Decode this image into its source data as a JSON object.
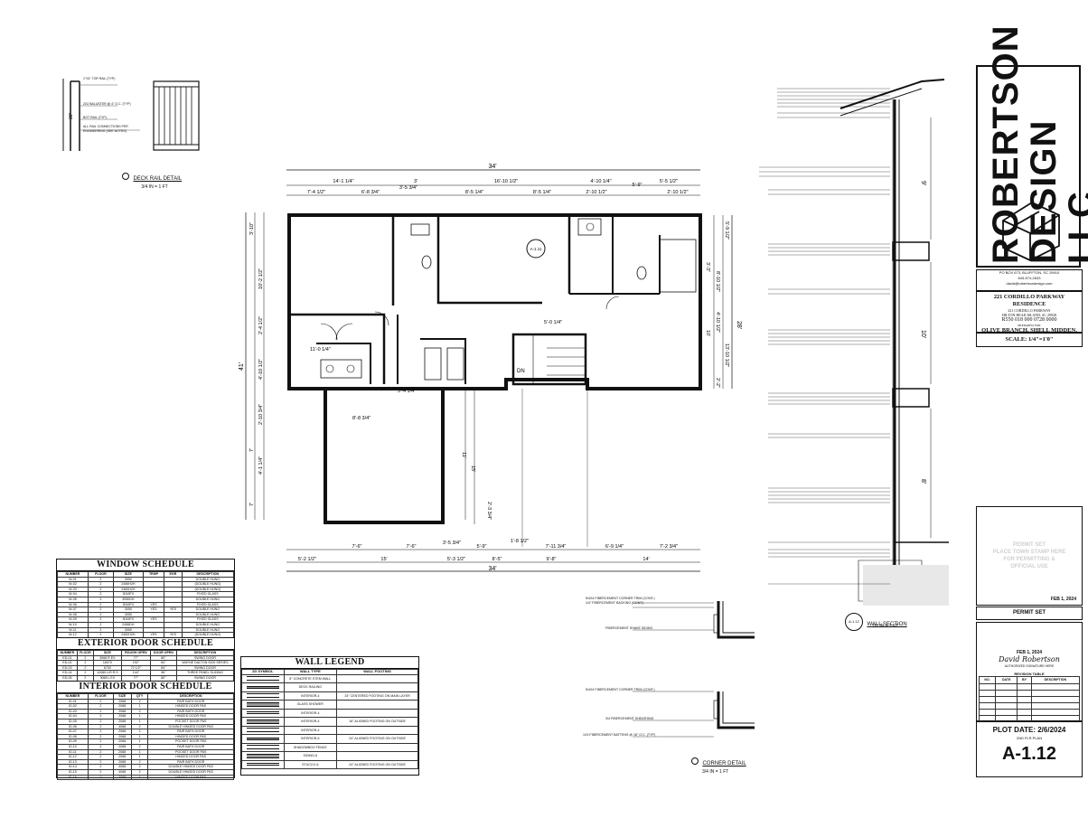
{
  "firm": {
    "name_line1": "ROBERTSON",
    "name_line2": "DESIGN LLC",
    "address": "PO BOX 673, BLUFFTON, SC 29910",
    "phone": "843-574-2633",
    "email": "david@robertsondesign.com"
  },
  "project": {
    "title": "221 CORDILLO PARKWAY RESIDENCE",
    "address1": "221 CORDILLO PARKWAY",
    "address2": "HILTON HEAD ISLAND, SC 29928",
    "parcel": "R550 018 000 0728 0000",
    "prepared_for": "PREPARED FOR",
    "client": "OLIVE BRANCH, SHELL MIDDEN, LLC",
    "scale": "SCALE: 1/4\"=1'0\""
  },
  "permit": {
    "watermark": [
      "PERMIT SET",
      "PLACE TOWN STAMP HERE",
      "FOR PERMITTING &",
      "OFFICIAL USE"
    ],
    "date": "FEB 1, 2024",
    "label": "PERMIT SET",
    "sign_date": "FEB 1, 2024",
    "signature": "David Robertson",
    "signature_caption": "AUTHORIZED SIGNATURE HERE",
    "revisions_title": "REVISION TABLE",
    "revision_headers": [
      "NO.",
      "DATE",
      "BY",
      "DESCRIPTION"
    ]
  },
  "sheet": {
    "plot_date": "PLOT DATE: 2/6/2024",
    "sheet_name": "2ND FLR PLAN",
    "number": "A-1.12"
  },
  "details": {
    "deck_rail_title": "DECK RAIL DETAIL",
    "deck_rail_scale": "3/4 IN = 1 FT",
    "wall_section_id": "A-1.12",
    "wall_section_title": "WALL SECTION",
    "wall_section_scale": "1/2 IN = 1 FT",
    "corner_title": "CORNER DETAIL",
    "corner_scale": "3/4 IN = 1 FT",
    "corner_notes": [
      "5/4X4 FIBERCEMENT CORNER TRIM (CONT.)",
      "1/4\" FIBERCEMENT BACKING (CONT.)",
      "FIBERCEMENT SHAKE SIDING",
      "5/4X4 FIBERCEMENT CORNER TRIM (CONT.)",
      "3/4 FIBERCEMENT SHEATHING",
      "1X3 FIBERCEMENT BATTENS @ 16\" O.C. (TYP)"
    ],
    "deck_rail_notes": [
      "1\"X4\" TOP RAIL (TYP)",
      "2X2 BALUSTER @ 4\" O.C. (TYP)",
      "BOT RAIL (TYP)",
      "ALL RAIL CONNECTIONS PER",
      "ENGINEERING (SEE NOTES)"
    ]
  },
  "plan": {
    "dim_overall_top": "34'",
    "dim_overall_bottom": "34'",
    "dim_left_overall": "41'",
    "dim_right_overall": "28'",
    "top_row1": [
      "14'-1 1/4\"",
      "3'",
      "16'-10 1/2\"",
      "4'-10 1/4\"",
      "5'-5 1/2\""
    ],
    "top_row2": [
      "7'-4 1/2\"",
      "6'-8 3/4\"",
      "3'-5 3/4\"",
      "8'-5 1/4\"",
      "8'-5 1/4\"",
      "2'-10 1/2\"",
      "5'-9\"",
      "2'-10 1/2\""
    ],
    "bottom_row1": [
      "7'-6\"",
      "7'-6\"",
      "3'-5 3/4\"",
      "5'-9\"",
      "1'-8 1/2\"",
      "7'-11 3/4\"",
      "6'-9 1/4\"",
      "7'-2 3/4\""
    ],
    "bottom_row2": [
      "5'-2 1/2\"",
      "15'",
      "5'-3 1/2\"",
      "8'-5\"",
      "9'-8\"",
      "14'"
    ],
    "left_dims": [
      "3'-10\"",
      "10'-2 1/2\"",
      "2'-4 1/2\"",
      "4'-10 1/2\"",
      "2'-10 3/4\"",
      "7'",
      "4'-1 1/4\"",
      "7'"
    ],
    "right_dims": [
      "5'-9 1/2\"",
      "8'-10 1/2\"",
      "3'-3\"",
      "4'-10 1/2\"",
      "10'",
      "13'-10 1/2\"",
      "2'-2\""
    ],
    "interior_dims": [
      "11'-0 1/4\"",
      "8'-8 3/4\"",
      "5'-4 1/4\"",
      "5'-0 1/4\"",
      "11'",
      "15'",
      "2'-3 3/4\""
    ],
    "stair_label": "DN",
    "section_mark": "A-1.11"
  },
  "window_schedule": {
    "title": "WINDOW SCHEDULE",
    "headers": [
      "NUMBER",
      "FLOOR",
      "SIZE",
      "TEMP",
      "EGR",
      "DESCRIPTION"
    ],
    "rows": [
      [
        "W-01",
        "2",
        "3050",
        "",
        "",
        "DOUBLE HUNG"
      ],
      [
        "W-02",
        "2",
        "2456H2H",
        "",
        "",
        "(DOUBLE HUNG)"
      ],
      [
        "W-03",
        "2",
        "2460H2H",
        "",
        "",
        "(DOUBLE HUNG)"
      ],
      [
        "W-04",
        "2",
        "3016FX",
        "",
        "",
        "FIXED GLASS"
      ],
      [
        "W-05",
        "2",
        "3050DH",
        "",
        "",
        "DOUBLE HUNG"
      ],
      [
        "W-06",
        "2",
        "3016FX",
        "YES",
        "",
        "FIXED GLASS"
      ],
      [
        "W-07",
        "2",
        "3050",
        "YES",
        "YES",
        "DOUBLE HUNG"
      ],
      [
        "W-08",
        "2",
        "3050",
        "",
        "",
        "DOUBLE HUNG"
      ],
      [
        "W-09",
        "2",
        "4016FX",
        "YES",
        "",
        "FIXED GLASS"
      ],
      [
        "W-10",
        "2",
        "2456DH",
        "",
        "",
        "DOUBLE HUNG"
      ],
      [
        "W-11",
        "2",
        "3050",
        "",
        "",
        "DOUBLE HUNG"
      ],
      [
        "W-12",
        "2",
        "2452H2H",
        "YES",
        "YES",
        "(DOUBLE HUNG)"
      ],
      [
        "W-13",
        "2",
        "2456H2H",
        "YES",
        "",
        "(DOUBLE HUNG)"
      ],
      [
        "W-14",
        "2",
        "2456H2H",
        "YES",
        "YES",
        "DOUBLE HUNG"
      ]
    ]
  },
  "exterior_door_schedule": {
    "title": "EXTERIOR DOOR SCHEDULE",
    "headers": [
      "NUMBER",
      "FLOOR",
      "SIZE",
      "ROUGH OPEN",
      "DOOR OPEN",
      "DESCRIPTION"
    ],
    "rows": [
      [
        "ED-01",
        "2",
        "3068 R EX",
        "77\"",
        "80\"",
        "SWING DOOR"
      ],
      [
        "ED-02",
        "2",
        "16070",
        "192\"",
        "84\"",
        "WAYNE DALTON 9200 SERIES"
      ],
      [
        "ED-03",
        "2",
        "6700",
        "72 1/2\"",
        "84\"",
        "SWING DOOR"
      ],
      [
        "ED-04",
        "2",
        "12080 L/R R.S",
        "144\"",
        "96\"",
        "THREE PANEL SLIDING"
      ],
      [
        "ED-05",
        "2",
        "3068 L EX",
        "77\"",
        "80\"",
        "SWING DOOR"
      ]
    ]
  },
  "interior_door_schedule": {
    "title": "INTERIOR DOOR SCHEDULE",
    "headers": [
      "NUMBER",
      "FLOOR",
      "SIZE",
      "QTY",
      "DESCRIPTION"
    ],
    "rows": [
      [
        "ID-01",
        "2",
        "2068",
        "2",
        "PAIR BATH DOOR"
      ],
      [
        "ID-02",
        "2",
        "2068",
        "1",
        "HINGED DOOR PAS"
      ],
      [
        "ID-03",
        "2",
        "2068",
        "2",
        "PAIR BATH DOOR"
      ],
      [
        "ID-04",
        "2",
        "2068",
        "1",
        "HINGED DOOR PAS"
      ],
      [
        "ID-05",
        "2",
        "2068",
        "1",
        "POCKET DOOR PAS"
      ],
      [
        "ID-06",
        "2",
        "4068",
        "2",
        "DOUBLE HINGED DOOR PAS"
      ],
      [
        "ID-07",
        "2",
        "2068",
        "2",
        "PAIR BATH DOOR"
      ],
      [
        "ID-08",
        "2",
        "2068",
        "1",
        "HINGED DOOR PAS"
      ],
      [
        "ID-09",
        "2",
        "2068",
        "1",
        "POCKET DOOR PAS"
      ],
      [
        "ID-10",
        "2",
        "2068",
        "2",
        "PAIR BATH DOOR"
      ],
      [
        "ID-11",
        "2",
        "2068",
        "1",
        "POCKET DOOR PAS"
      ],
      [
        "ID-12",
        "2",
        "2068",
        "1",
        "HINGED DOOR PAS"
      ],
      [
        "ID-13",
        "2",
        "2068",
        "2",
        "PAIR BATH DOOR"
      ],
      [
        "ID-14",
        "2",
        "4068",
        "2",
        "DOUBLE HINGED DOOR PAS"
      ],
      [
        "ID-15",
        "2",
        "4068",
        "2",
        "DOUBLE HINGED DOOR PAS"
      ],
      [
        "ID-16",
        "2",
        "2068",
        "1",
        "HINGED DOOR PAS"
      ]
    ]
  },
  "wall_legend": {
    "title": "WALL LEGEND",
    "headers": [
      "2D SYMBOL",
      "WALL TYPE",
      "WALL FOOTING"
    ],
    "rows": [
      [
        "8\" CONCRETE STEM WALL",
        ""
      ],
      [
        "DECK RAILING",
        ""
      ],
      [
        "INTERIOR-4",
        "24\" CENTERED FOOTING ON MAIN LAYER"
      ],
      [
        "GLASS SHOWER",
        ""
      ],
      [
        "INTERIOR-4",
        ""
      ],
      [
        "INTERIOR-4",
        "16\" ALIGNED FOOTING ON OUTSIDE"
      ],
      [
        "INTERIOR-4",
        ""
      ],
      [
        "INTERIOR-6",
        "24\" ALIGNED FOOTING ON OUTSIDE"
      ],
      [
        "SHADOWBOX FENCE",
        ""
      ],
      [
        "SIDING-6",
        ""
      ],
      [
        "STUCCO-6",
        "24\" ALIGNED FOOTING ON OUTSIDE"
      ]
    ]
  },
  "wall_section_levels": [
    "9'",
    "10'",
    "8'"
  ]
}
